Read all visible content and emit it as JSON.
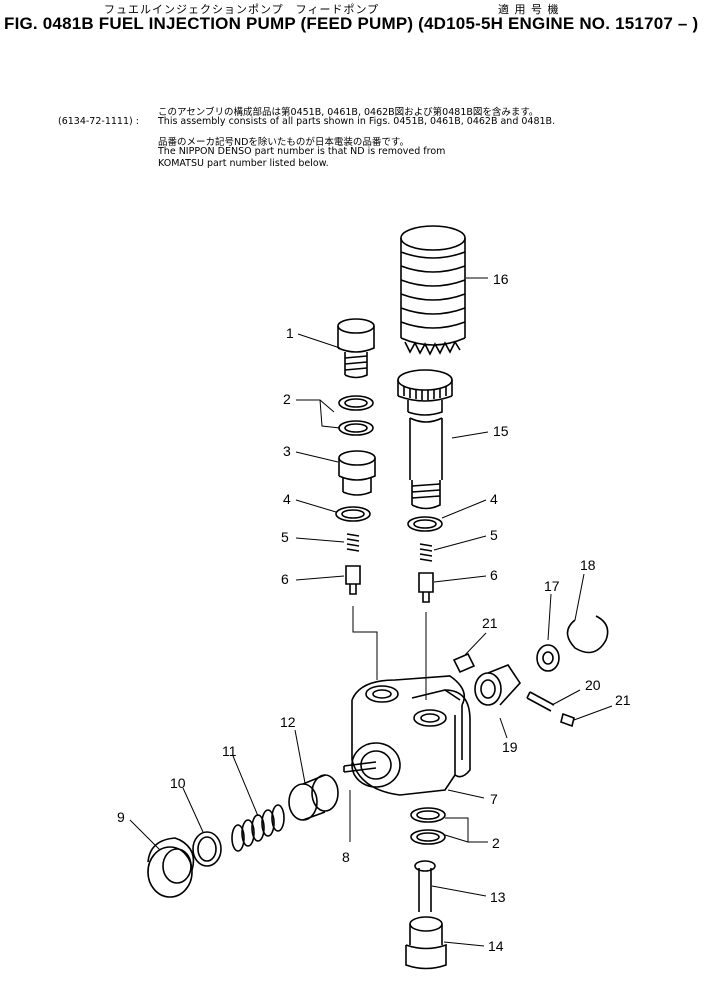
{
  "header": {
    "jp_title": "フュエルインジェクションポンプ　フィードポンプ",
    "jp_applicable": "適 用 号 機",
    "title": "FIG. 0481B  FUEL INJECTION PUMP (FEED PUMP) (4D105-5H ENGINE NO. 151707 – )"
  },
  "assembly": {
    "code": "(6134-72-1111) :",
    "jp_note1": "このアセンブリの構成部品は第0451B, 0461B, 0462B図および第0481B図を含みます。",
    "en_note1": "This assembly consists of all parts shown in Figs. 0451B, 0461B, 0462B and 0481B.",
    "jp_note2": "品番のメーカ記号NDを除いたものが日本電装の品番です。",
    "en_note2a": "The NIPPON DENSO part number is that ND is removed from",
    "en_note2b": "KOMATSU part number listed below."
  },
  "callouts": [
    "1",
    "2",
    "3",
    "4",
    "5",
    "6",
    "16",
    "15",
    "4",
    "5",
    "6",
    "18",
    "17",
    "21",
    "20",
    "21",
    "19",
    "12",
    "11",
    "10",
    "9",
    "7",
    "2",
    "8",
    "13",
    "14"
  ]
}
